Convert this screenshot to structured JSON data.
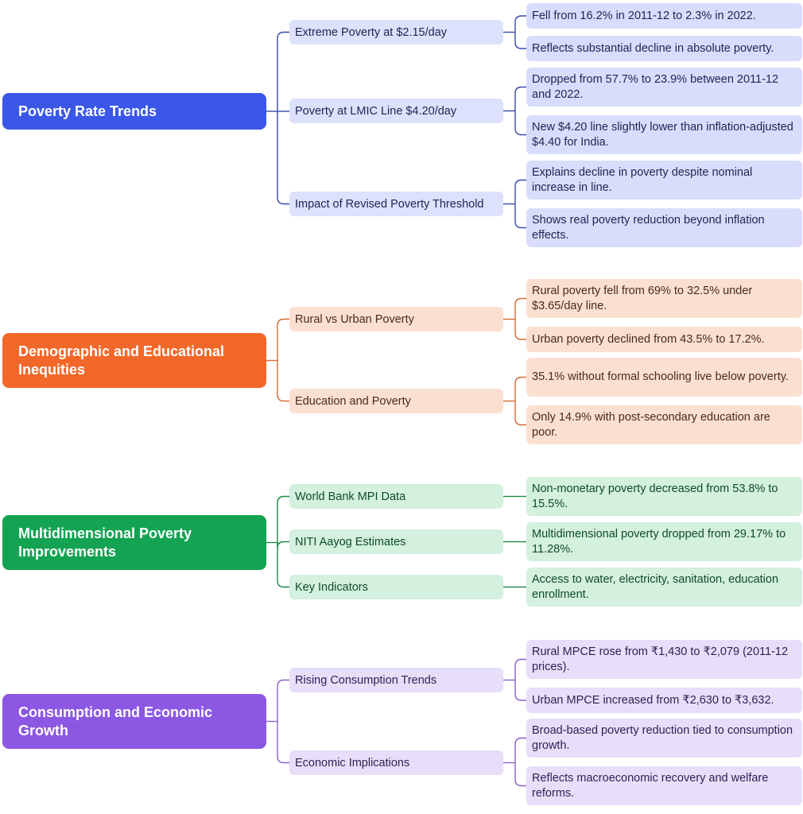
{
  "colors": {
    "blue": {
      "root": "#3b57e8",
      "mid": "#dde1fb",
      "leaf": "#d9ddfb",
      "text": "#1e2452",
      "line": "#3a4aa8"
    },
    "orange": {
      "root": "#f2682a",
      "mid": "#fbe0d2",
      "leaf": "#fbe0d2",
      "text": "#4a2a18",
      "line": "#d96a35"
    },
    "green": {
      "root": "#14a352",
      "mid": "#d4f0df",
      "leaf": "#d4f0df",
      "text": "#0f4a2a",
      "line": "#1c8a4a"
    },
    "purple": {
      "root": "#8c57e3",
      "mid": "#e7def9",
      "leaf": "#e7def9",
      "text": "#2e1f52",
      "line": "#8a62c8"
    }
  },
  "sections": [
    {
      "title": "Poverty Rate Trends",
      "color": "blue",
      "topics": [
        {
          "label": "Extreme Poverty at $2.15/day",
          "details": [
            "Fell from 16.2% in 2011-12 to 2.3% in 2022.",
            "Reflects substantial decline in absolute poverty."
          ]
        },
        {
          "label": "Poverty at LMIC Line $4.20/day",
          "details": [
            "Dropped from 57.7% to 23.9% between 2011-12 and 2022.",
            "New $4.20 line slightly lower than inflation-adjusted $4.40 for India."
          ]
        },
        {
          "label": "Impact of Revised Poverty Threshold",
          "details": [
            "Explains decline in poverty despite nominal increase in line.",
            "Shows real poverty reduction beyond inflation effects."
          ]
        }
      ]
    },
    {
      "title": "Demographic and Educational Inequities",
      "color": "orange",
      "topics": [
        {
          "label": "Rural vs Urban Poverty",
          "details": [
            "Rural poverty fell from 69% to 32.5% under $3.65/day line.",
            "Urban poverty declined from 43.5% to 17.2%."
          ]
        },
        {
          "label": "Education and Poverty",
          "details": [
            "35.1% without formal schooling live below poverty.",
            "Only 14.9% with post-secondary education are poor."
          ]
        }
      ]
    },
    {
      "title": "Multidimensional Poverty Improvements",
      "color": "green",
      "topics": [
        {
          "label": "World Bank MPI Data",
          "details": [
            "Non-monetary poverty decreased from 53.8% to 15.5%."
          ]
        },
        {
          "label": "NITI Aayog Estimates",
          "details": [
            "Multidimensional poverty dropped from 29.17% to 11.28%."
          ]
        },
        {
          "label": "Key Indicators",
          "details": [
            "Access to water, electricity, sanitation, education enrollment."
          ]
        }
      ]
    },
    {
      "title": "Consumption and Economic Growth",
      "color": "purple",
      "topics": [
        {
          "label": "Rising Consumption Trends",
          "details": [
            "Rural MPCE rose from ₹1,430 to ₹2,079 (2011-12 prices).",
            "Urban MPCE increased from ₹2,630 to ₹3,632."
          ]
        },
        {
          "label": "Economic Implications",
          "details": [
            "Broad-based poverty reduction tied to consumption growth.",
            "Reflects macroeconomic recovery and welfare reforms."
          ]
        }
      ]
    }
  ]
}
